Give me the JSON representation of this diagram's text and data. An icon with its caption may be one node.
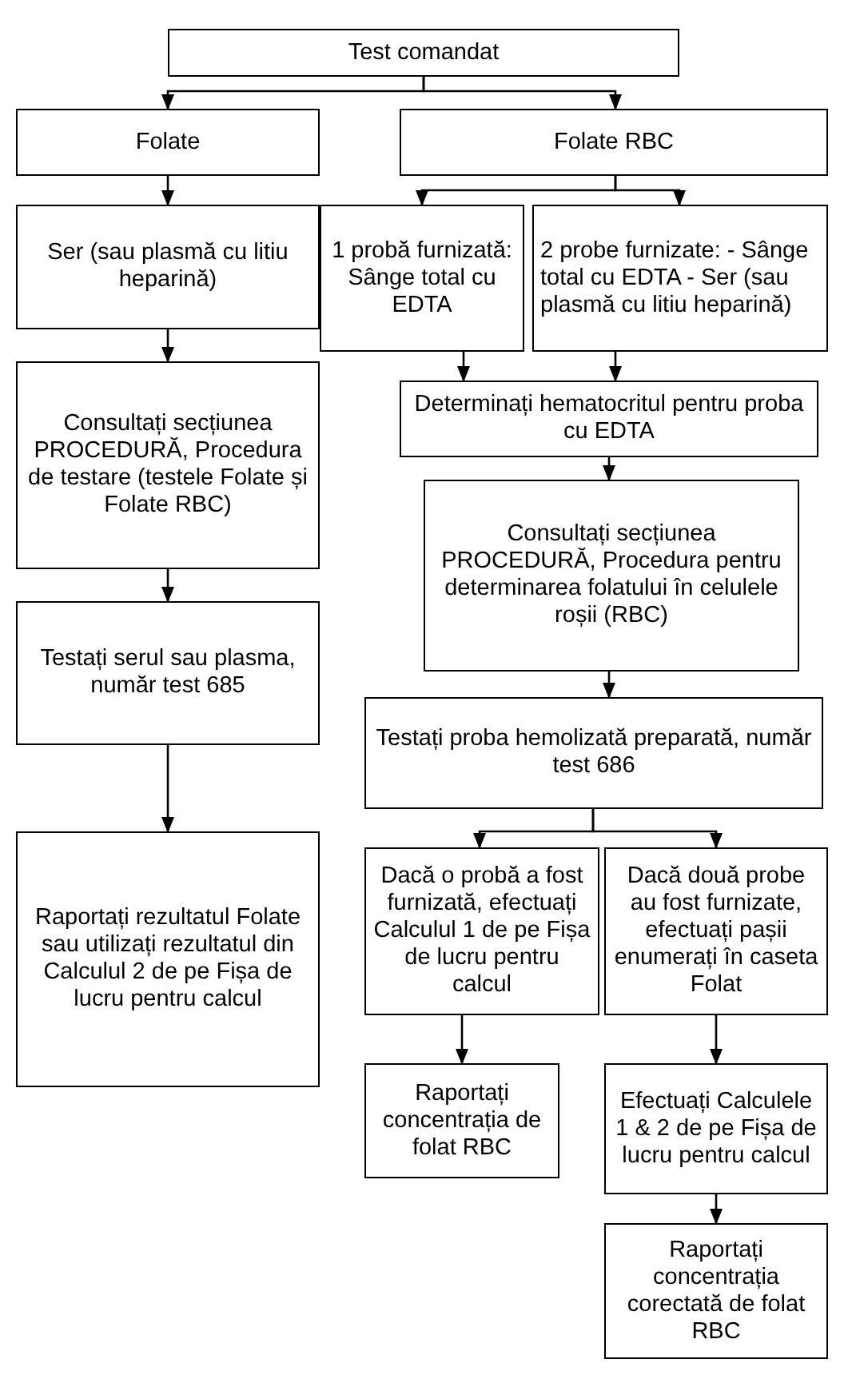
{
  "diagram": {
    "nodes": [
      {
        "text": [
          "Test comandat"
        ]
      },
      {
        "text": [
          "Folate"
        ]
      },
      {
        "text": [
          "Folate RBC"
        ]
      },
      {
        "text": [
          "Ser (sau plasmă cu litiu heparină)"
        ]
      },
      {
        "text": [
          "1 probă furnizată: Sânge total cu EDTA"
        ]
      },
      {
        "text": [
          "2 probe furnizate: - Sânge total cu EDTA - Ser (sau plasmă cu litiu heparină)"
        ]
      },
      {
        "text": [
          "Consultați secțiunea PROCEDURĂ, Procedura de testare (testele Folate și Folate RBC)"
        ]
      },
      {
        "text": [
          "Determinați hematocritul pentru proba cu EDTA"
        ]
      },
      {
        "text": [
          "Consultați secțiunea PROCEDURĂ, Procedura pentru determinarea folatului în celulele roșii (RBC)"
        ]
      },
      {
        "text": [
          "Testați serul sau plasma, număr test 685"
        ]
      },
      {
        "text": [
          "Testați proba hemolizată preparată, număr test 686"
        ]
      },
      {
        "text": [
          "Raportați rezultatul Folate sau utilizați rezultatul din Calculul 2 de pe Fișa de lucru pentru calcul"
        ]
      },
      {
        "text": [
          "Dacă o probă a fost furnizată, efectuați Calculul 1 de pe Fișa de lucru pentru calcul"
        ]
      },
      {
        "text": [
          "Dacă două probe au fost furnizate, efectuați pașii enumerați în caseta Folat"
        ]
      },
      {
        "text": [
          "Raportați concentrația de folat RBC"
        ]
      },
      {
        "text": [
          "Efectuați Calculele 1 & 2 de pe Fișa de lucru pentru calcul"
        ]
      },
      {
        "text": [
          "Raportați concentrația corectată de folat RBC"
        ]
      }
    ],
    "edges": [
      {
        "from": 0,
        "to": 1,
        "arrow": "to"
      },
      {
        "from": 0,
        "to": 2,
        "arrow": "to"
      },
      {
        "from": 1,
        "to": 3,
        "arrow": "to"
      },
      {
        "from": 2,
        "to": 4,
        "arrow": "to"
      },
      {
        "from": 2,
        "to": 5,
        "arrow": "to"
      },
      {
        "from": 3,
        "to": 6,
        "arrow": "to"
      },
      {
        "from": 4,
        "to": 7,
        "arrow": "to"
      },
      {
        "from": 5,
        "to": 7,
        "arrow": "to"
      },
      {
        "from": 6,
        "to": 9,
        "arrow": "to"
      },
      {
        "from": 7,
        "to": 8,
        "arrow": "to"
      },
      {
        "from": 8,
        "to": 10,
        "arrow": "to"
      },
      {
        "from": 9,
        "to": 11,
        "arrow": "to"
      },
      {
        "from": 10,
        "to": 12,
        "arrow": "to"
      },
      {
        "from": 10,
        "to": 13,
        "arrow": "to"
      },
      {
        "from": 12,
        "to": 14,
        "arrow": "to"
      },
      {
        "from": 13,
        "to": 15,
        "arrow": "to"
      },
      {
        "from": 15,
        "to": 16,
        "arrow": "to"
      }
    ]
  }
}
